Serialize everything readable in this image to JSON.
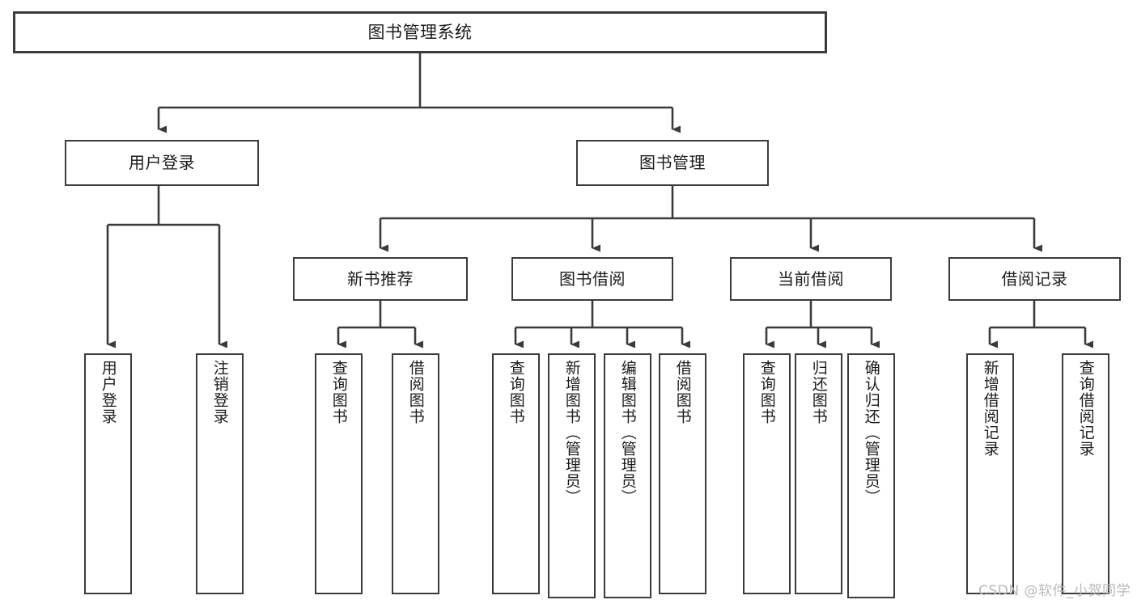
{
  "diagram": {
    "title": "图书管理系统",
    "type": "functional-structure-tree",
    "root": {
      "label": "图书管理系统"
    },
    "level1": [
      {
        "label": "用户登录"
      },
      {
        "label": "图书管理"
      }
    ],
    "level2": [
      {
        "label": "新书推荐"
      },
      {
        "label": "图书借阅"
      },
      {
        "label": "当前借阅"
      },
      {
        "label": "借阅记录"
      }
    ],
    "leaves": {
      "user_login": [
        {
          "label": "用户登录"
        },
        {
          "label": "注销登录"
        }
      ],
      "new_book_recommend": [
        {
          "label": "查询图书"
        },
        {
          "label": "借阅图书"
        }
      ],
      "book_borrow": [
        {
          "label": "查询图书"
        },
        {
          "label": "新增图书（管理员）"
        },
        {
          "label": "编辑图书（管理员）"
        },
        {
          "label": "借阅图书"
        }
      ],
      "current_borrow": [
        {
          "label": "查询图书"
        },
        {
          "label": "归还图书"
        },
        {
          "label": "确认归还（管理员）"
        }
      ],
      "borrow_record": [
        {
          "label": "新增借阅记录"
        },
        {
          "label": "查询借阅记录"
        }
      ]
    }
  },
  "watermark": {
    "text": "CSDN @软件_小贺同学"
  },
  "colors": {
    "stroke": "#3b3b3b",
    "fill": "#ffffff",
    "text": "#1c1c1c",
    "watermark": "#b9b9b9"
  }
}
